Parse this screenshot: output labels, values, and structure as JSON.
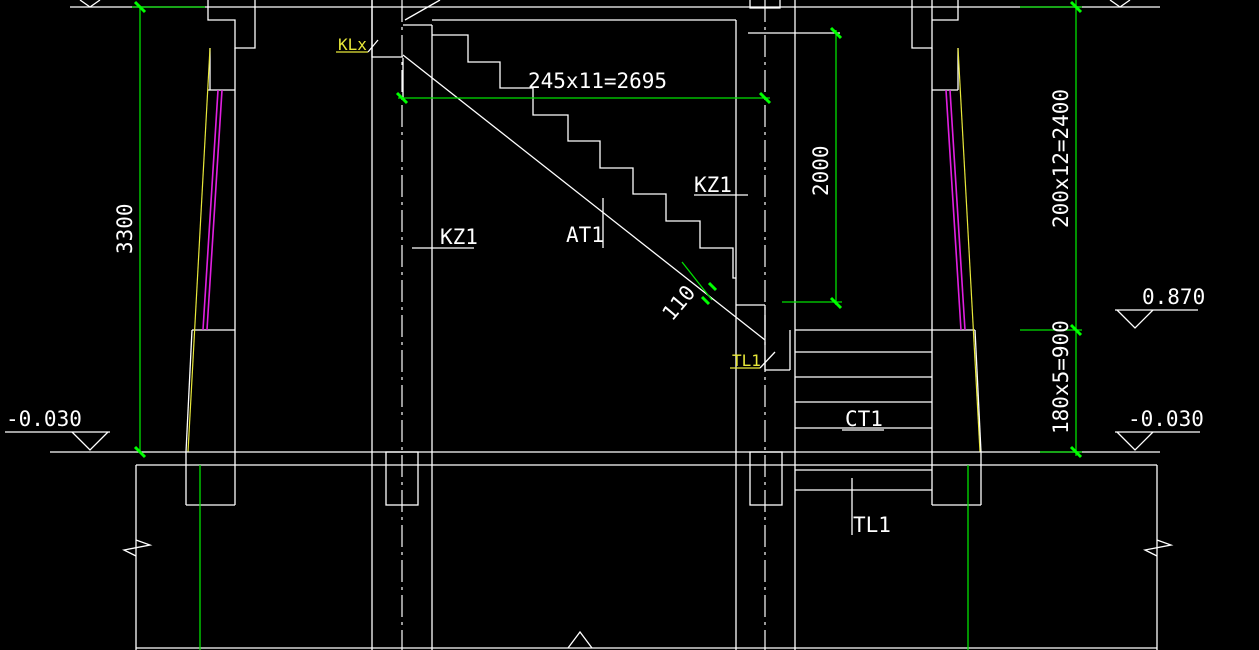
{
  "drawing": {
    "labels": {
      "kl": "KLx",
      "kz1_left": "KZ1",
      "kz1_right": "KZ1",
      "at1": "AT1",
      "tl1_upper": "TL1",
      "tl1_lower": "TL1",
      "ct1": "CT1"
    },
    "dimensions": {
      "stair_run": "245x11=2695",
      "landing_height": "2000",
      "total_height": "3300",
      "upper_flight": "200x12=2400",
      "lower_flight": "180x5=900",
      "slab_thickness": "110"
    },
    "elevations": {
      "left_floor": "-0.030",
      "right_floor": "-0.030",
      "landing": "0.870"
    },
    "colors": {
      "background": "#000000",
      "line": "#ffffff",
      "dimension": "#00e000",
      "tag": "#e8e83a",
      "window": "#e020e0"
    }
  }
}
